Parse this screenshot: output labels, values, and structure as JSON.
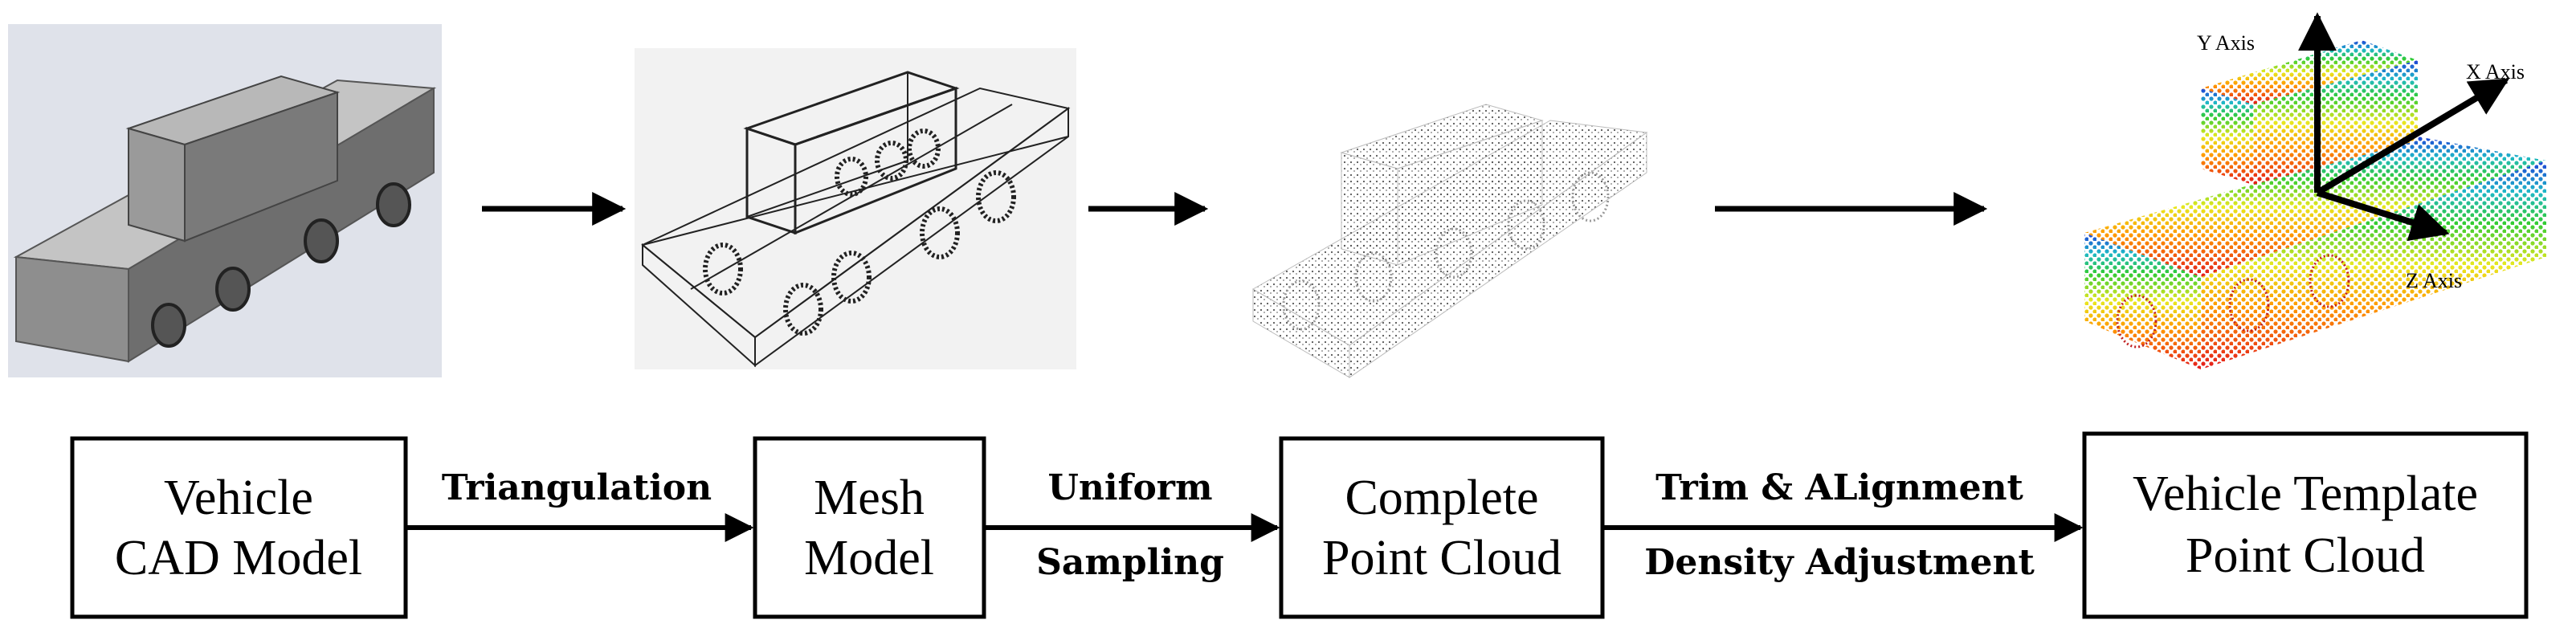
{
  "pipeline": {
    "boxes": [
      {
        "line1": "Vehicle",
        "line2": "CAD Model"
      },
      {
        "line1": "Mesh",
        "line2": "Model"
      },
      {
        "line1": "Complete",
        "line2": "Point Cloud"
      },
      {
        "line1": "Vehicle Template",
        "line2": "Point Cloud"
      }
    ],
    "edges": [
      {
        "top": "Triangulation",
        "bottom": ""
      },
      {
        "top": "Uniform",
        "bottom": "Sampling"
      },
      {
        "top": "Trim & ALignment",
        "bottom": "Density Adjustment"
      }
    ]
  },
  "axes": {
    "y": "Y Axis",
    "x": "X Axis",
    "z": "Z Axis"
  },
  "illustrations": [
    "cad-render",
    "wireframe-mesh",
    "gray-point-cloud",
    "colored-point-cloud"
  ]
}
